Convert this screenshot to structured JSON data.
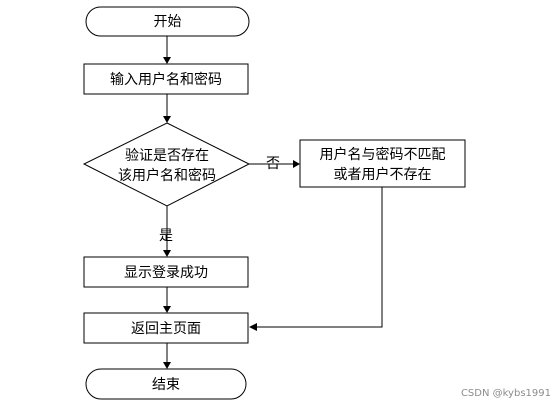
{
  "flowchart": {
    "start_label": "开始",
    "input_label": "输入用户名和密码",
    "decision_line1": "验证是否存在",
    "decision_line2": "该用户名和密码",
    "no_label": "否",
    "error_line1": "用户名与密码不匹配",
    "error_line2": "或者用户不存在",
    "yes_label": "是",
    "success_label": "显示登录成功",
    "return_label": "返回主页面",
    "end_label": "结束"
  },
  "watermark": "CSDN @kybs1991"
}
